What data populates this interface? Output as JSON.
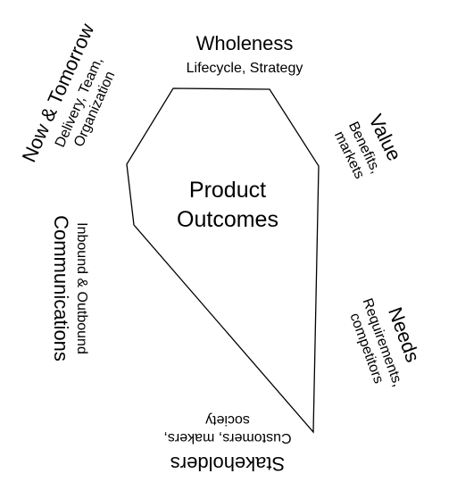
{
  "center": {
    "line1": "Product",
    "line2": "Outcomes"
  },
  "wholeness": {
    "title": "Wholeness",
    "detail": "Lifecycle, Strategy"
  },
  "value": {
    "title": "Value",
    "detail_line1": "Benefits,",
    "detail_line2": "markets"
  },
  "needs": {
    "title": "Needs",
    "detail_line1": "Requirements,",
    "detail_line2": "competitors"
  },
  "stakeholders": {
    "title": "Stakeholders",
    "detail_line1": "Customers, makers,",
    "detail_line2": "society"
  },
  "communications": {
    "title": "Communications",
    "detail": "Inbound & Outbound"
  },
  "now_tomorrow": {
    "title": "Now & Tomorrow",
    "detail_line1": "Delivery, Team,",
    "detail_line2": "Organization"
  },
  "colors": {
    "stroke": "#000000",
    "background": "#ffffff"
  }
}
